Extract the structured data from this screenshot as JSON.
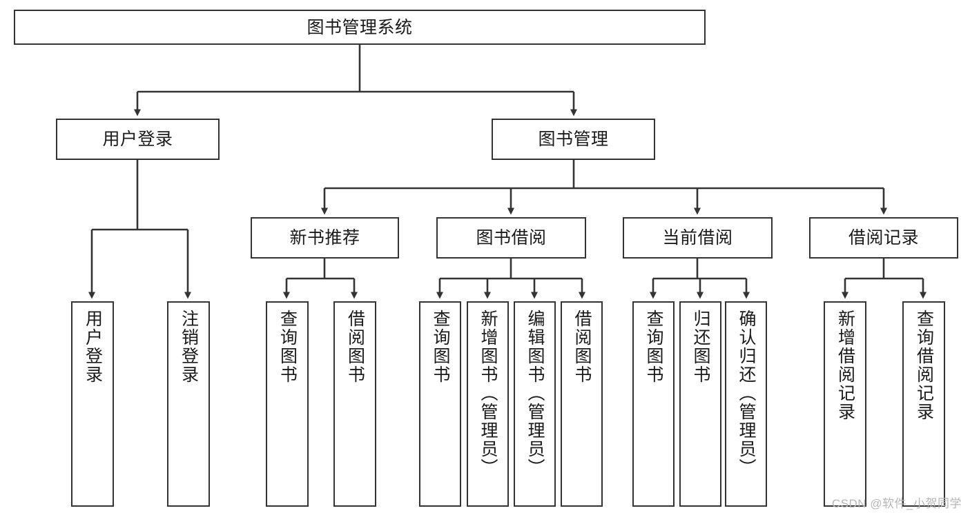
{
  "diagram": {
    "title": "图书管理系统",
    "watermark": "CSDN @软件_小贺同学",
    "colors": {
      "node_border": "#333333",
      "node_fill": "#ffffff",
      "edge": "#333333",
      "text": "#1a1a1a",
      "watermark": "#b6b6b6"
    },
    "nodes": {
      "root": {
        "label": "图书管理系统"
      },
      "level2": [
        {
          "id": "user-login",
          "label": "用户登录"
        },
        {
          "id": "book-management",
          "label": "图书管理"
        }
      ],
      "level3": [
        {
          "id": "new-book-recommend",
          "label": "新书推荐"
        },
        {
          "id": "book-borrow",
          "label": "图书借阅"
        },
        {
          "id": "current-borrow",
          "label": "当前借阅"
        },
        {
          "id": "borrow-record",
          "label": "借阅记录"
        }
      ],
      "leaves": {
        "user_login": [
          {
            "id": "leaf-user-login",
            "label": "用户登录"
          },
          {
            "id": "leaf-logout-login",
            "label": "注销登录"
          }
        ],
        "new_book_recommend": [
          {
            "id": "leaf-query-book-1",
            "label": "查询图书"
          },
          {
            "id": "leaf-borrow-book-1",
            "label": "借阅图书"
          }
        ],
        "book_borrow": [
          {
            "id": "leaf-query-book-2",
            "label": "查询图书"
          },
          {
            "id": "leaf-add-book",
            "label": "新增图书（管理员）"
          },
          {
            "id": "leaf-edit-book",
            "label": "编辑图书（管理员）"
          },
          {
            "id": "leaf-borrow-book-2",
            "label": "借阅图书"
          }
        ],
        "current_borrow": [
          {
            "id": "leaf-query-book-3",
            "label": "查询图书"
          },
          {
            "id": "leaf-return-book",
            "label": "归还图书"
          },
          {
            "id": "leaf-confirm-return",
            "label": "确认归还（管理员）"
          }
        ],
        "borrow_record": [
          {
            "id": "leaf-add-borrow-record",
            "label": "新增借阅记录"
          },
          {
            "id": "leaf-query-borrow-record",
            "label": "查询借阅记录"
          }
        ]
      }
    }
  }
}
